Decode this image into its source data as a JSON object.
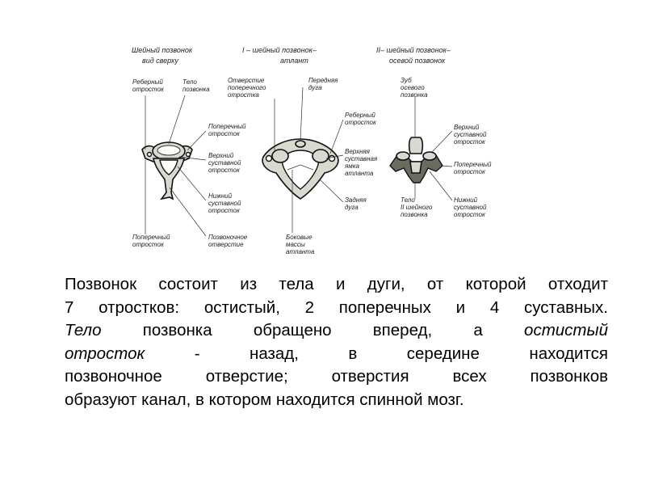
{
  "figure": {
    "titles": [
      [
        "Шейный позвонок",
        "вид сверху"
      ],
      [
        "I – шейный позвонок–",
        "атлант"
      ],
      [
        "II– шейный позвонок–",
        "осевой позвонок"
      ]
    ],
    "labels": {
      "rib_process_1": [
        "Реберный",
        "отросток"
      ],
      "body_1": [
        "Тело",
        "позвонка"
      ],
      "transverse_foramen": [
        "Отверстие",
        "поперечного",
        "отростка"
      ],
      "anterior_arch": [
        "Передняя",
        "дуга"
      ],
      "transverse_process_1": [
        "Поперечный",
        "отросток"
      ],
      "superior_articular_1": [
        "Верхний",
        "суставной",
        "отросток"
      ],
      "inferior_articular_1": [
        "Нижний",
        "суставной",
        "отросток"
      ],
      "transverse_process_bottom": [
        "Поперечный",
        "отросток"
      ],
      "vertebral_foramen": [
        "Позвоночное",
        "отверстие"
      ],
      "lateral_masses": [
        "Боковые",
        "массы",
        "атланта"
      ],
      "rib_process_2": [
        "Реберный",
        "отросток"
      ],
      "superior_fossa": [
        "Верхняя",
        "суставная",
        "ямка",
        "атланта"
      ],
      "posterior_arch": [
        "Задняя",
        "дуга"
      ],
      "dens": [
        "Зуб",
        "осевого",
        "позвонка"
      ],
      "superior_articular_2": [
        "Верхний",
        "суставной",
        "отросток"
      ],
      "transverse_process_2": [
        "Поперечный",
        "отросток"
      ],
      "body_2": [
        "Тело",
        "II шейного",
        "позвонка"
      ],
      "inferior_articular_2": [
        "Нижний",
        "суставной",
        "отросток"
      ]
    }
  },
  "paragraph": {
    "l1": "Позвонок состоит из тела и дуги, от которой отходит",
    "l2": "7 отростков: остистый, 2 поперечных и 4 суставных.",
    "l3a": "Тело",
    "l3b": " позвонка обращено вперед, а ",
    "l3c": "остистый",
    "l4a": "отросток",
    "l4b": " - назад, в середине находится",
    "l5": "позвоночное отверстие; отверстия всех позвонков",
    "l6": "образуют канал, в котором находится спинной мозг."
  }
}
